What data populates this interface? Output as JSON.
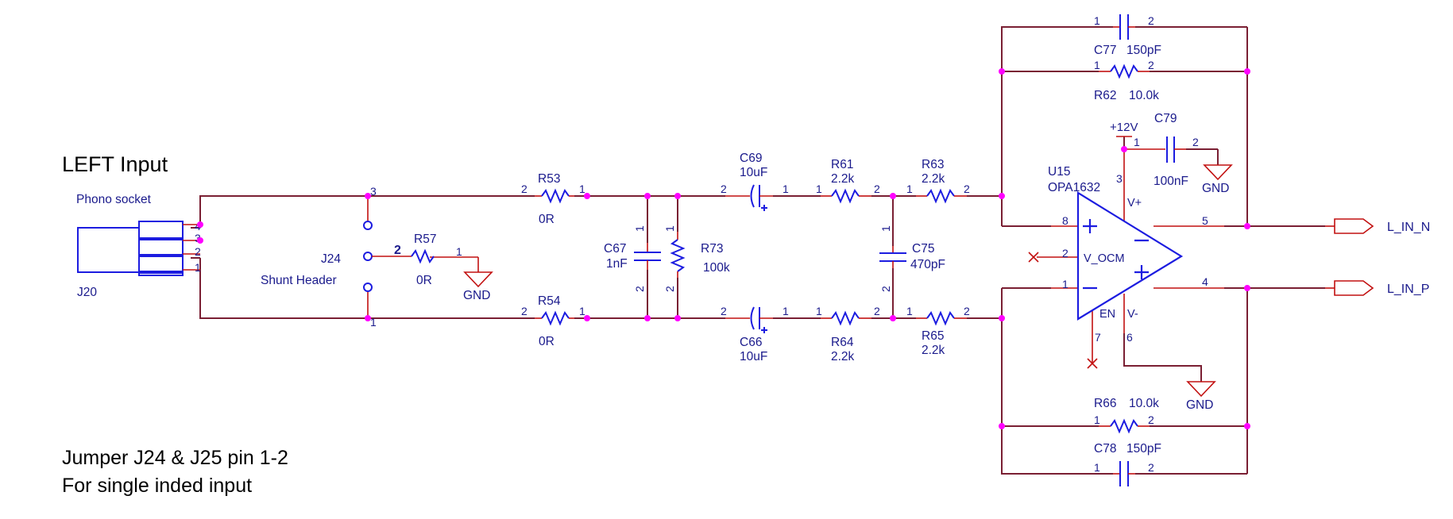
{
  "title": "LEFT Input",
  "note_line1": "Jumper J24 & J25 pin 1-2",
  "note_line2": "For single inded input",
  "colors": {
    "wire": "#7a1f33",
    "component": "#1c1ce0",
    "pin_lead": "#c21010",
    "junction": "#ff00ff",
    "label_text": "#1a1a8c"
  },
  "j20": {
    "designator": "J20",
    "description": "Phono socket",
    "pins": [
      "4",
      "3",
      "2",
      "1"
    ]
  },
  "j24": {
    "designator": "J24",
    "description": "Shunt Header",
    "pins": [
      "3",
      "2",
      "1"
    ]
  },
  "r53": {
    "designator": "R53",
    "value": "0R",
    "pin1": "1",
    "pin2": "2"
  },
  "r54": {
    "designator": "R54",
    "value": "0R",
    "pin1": "1",
    "pin2": "2"
  },
  "r57": {
    "designator": "R57",
    "value": "0R",
    "pin1": "1"
  },
  "c67": {
    "designator": "C67",
    "value": "1nF",
    "pin1": "1",
    "pin2": "2"
  },
  "r73": {
    "designator": "R73",
    "value": "100k",
    "pin1": "1",
    "pin2": "2"
  },
  "c69": {
    "designator": "C69",
    "value": "10uF",
    "pin1": "1",
    "pin2": "2"
  },
  "c66": {
    "designator": "C66",
    "value": "10uF",
    "pin1": "1",
    "pin2": "2"
  },
  "r61": {
    "designator": "R61",
    "value": "2.2k",
    "pin1": "1",
    "pin2": "2"
  },
  "r64": {
    "designator": "R64",
    "value": "2.2k",
    "pin1": "1",
    "pin2": "2"
  },
  "c75": {
    "designator": "C75",
    "value": "470pF",
    "pin1": "1",
    "pin2": "2"
  },
  "r63": {
    "designator": "R63",
    "value": "2.2k",
    "pin1": "1",
    "pin2": "2"
  },
  "r65": {
    "designator": "R65",
    "value": "2.2k",
    "pin1": "1",
    "pin2": "2"
  },
  "c77": {
    "designator": "C77",
    "value": "150pF",
    "pin1": "1",
    "pin2": "2"
  },
  "r62": {
    "designator": "R62",
    "value": "10.0k",
    "pin1": "1",
    "pin2": "2"
  },
  "r66": {
    "designator": "R66",
    "value": "10.0k",
    "pin1": "1",
    "pin2": "2"
  },
  "c78": {
    "designator": "C78",
    "value": "150pF",
    "pin1": "1",
    "pin2": "2"
  },
  "c79": {
    "designator": "C79",
    "value": "100nF",
    "pin1": "1",
    "pin2": "2"
  },
  "u15": {
    "designator": "U15",
    "part": "OPA1632",
    "plus_sign": "+",
    "minus_sign": "−",
    "vplus": "V+",
    "vminus": "V-",
    "vocm": "V_OCM",
    "en": "EN",
    "pins": {
      "in_plus": "8",
      "vocm": "2",
      "in_minus": "1",
      "vplus": "3",
      "out_neg": "5",
      "out_pos": "4",
      "vminus": "6",
      "en": "7"
    }
  },
  "power": {
    "vplus": "+12V",
    "gnd": "GND"
  },
  "ports": {
    "out_n": "L_IN_N",
    "out_p": "L_IN_P"
  }
}
